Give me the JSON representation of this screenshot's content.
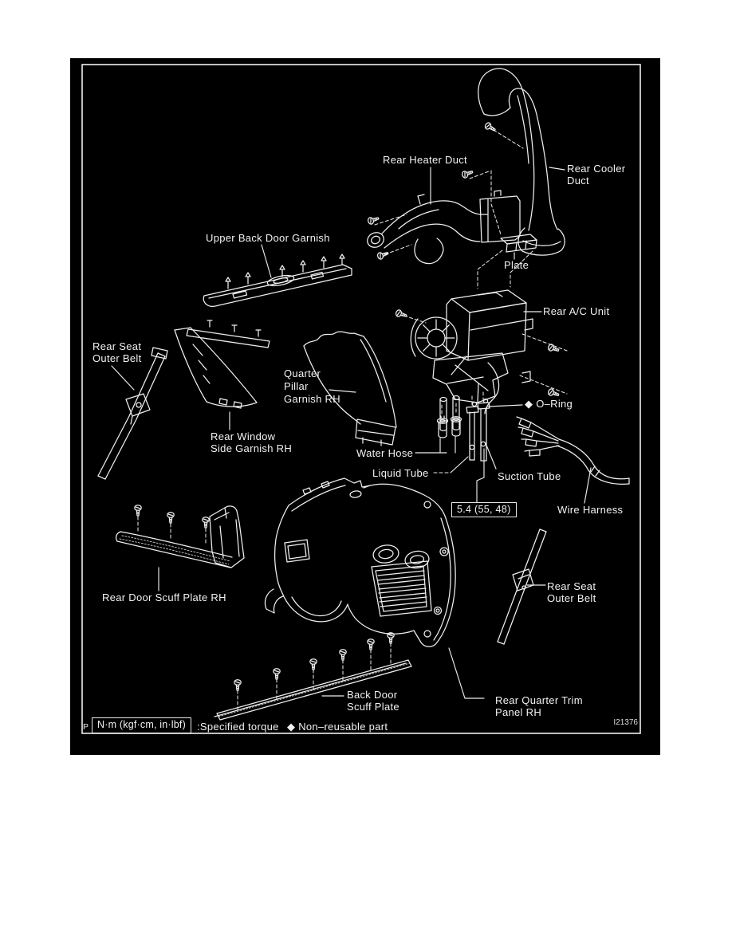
{
  "colors": {
    "page_bg": "#ffffff",
    "panel_bg": "#000000",
    "line": "#efefef"
  },
  "labels": {
    "rear_heater_duct": "Rear Heater Duct",
    "rear_cooler_duct": "Rear Cooler\nDuct",
    "upper_back_door_garnish": "Upper Back Door Garnish",
    "plate": "Plate",
    "rear_ac_unit": "Rear A/C Unit",
    "rear_seat_outer_belt_left": "Rear Seat\nOuter Belt",
    "quarter_pillar_garnish_rh": "Quarter\nPillar\nGarnish RH",
    "rear_window_side_garnish_rh": "Rear Window\nSide Garnish RH",
    "o_ring": "◆ O–Ring",
    "water_hose": "Water Hose",
    "liquid_tube": "Liquid Tube",
    "suction_tube": "Suction Tube",
    "wire_harness": "Wire Harness",
    "rear_door_scuff_plate_rh": "Rear Door Scuff Plate RH",
    "rear_seat_outer_belt_right": "Rear Seat\nOuter Belt",
    "back_door_scuff_plate": "Back Door\nScuff Plate",
    "rear_quarter_trim_panel_rh": "Rear Quarter Trim\nPanel RH"
  },
  "torque_callout": "5.4 (55, 48)",
  "legend": {
    "corner_mark": "P",
    "torque_unit_box": "N·m (kgf·cm, in·lbf)",
    "specified_torque": ":Specified torque",
    "non_reusable": "◆ Non–reusable part"
  },
  "figure_code": "I21376",
  "icons": {
    "fastener": "screw-icon"
  }
}
